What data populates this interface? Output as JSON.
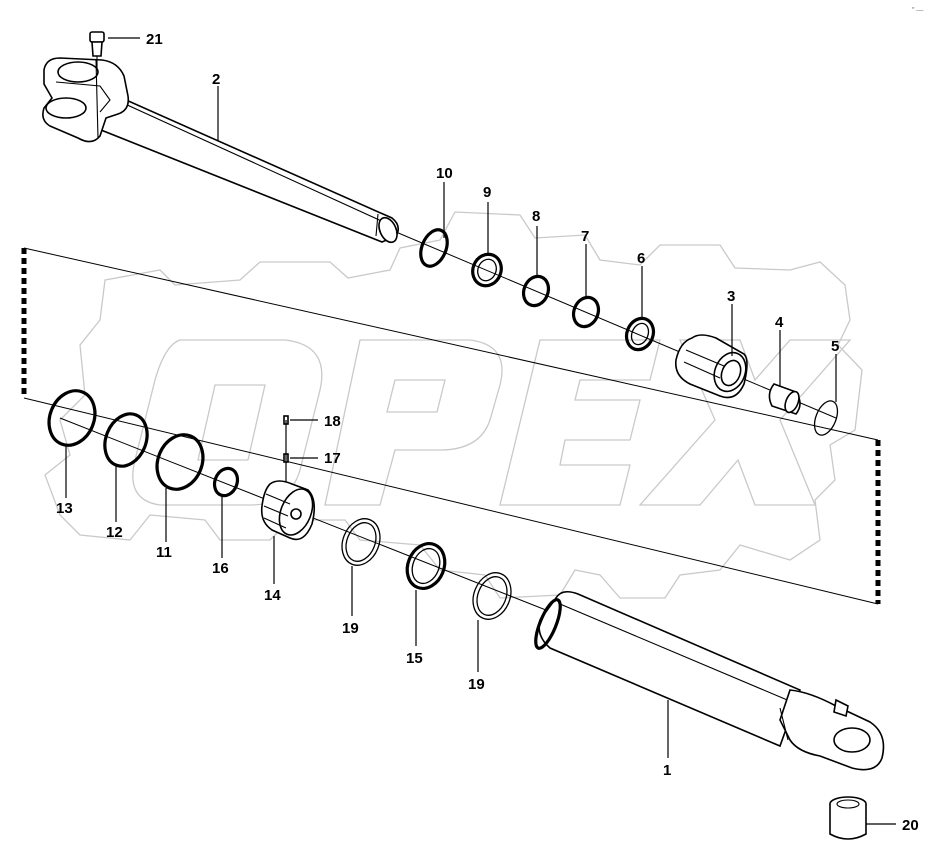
{
  "corner_mark": "″ —",
  "callouts": [
    {
      "id": "p1",
      "label": "1"
    },
    {
      "id": "p2",
      "label": "2"
    },
    {
      "id": "p3",
      "label": "3"
    },
    {
      "id": "p4",
      "label": "4"
    },
    {
      "id": "p5",
      "label": "5"
    },
    {
      "id": "p6",
      "label": "6"
    },
    {
      "id": "p7",
      "label": "7"
    },
    {
      "id": "p8",
      "label": "8"
    },
    {
      "id": "p9",
      "label": "9"
    },
    {
      "id": "p10",
      "label": "10"
    },
    {
      "id": "p11",
      "label": "11"
    },
    {
      "id": "p12",
      "label": "12"
    },
    {
      "id": "p13",
      "label": "13"
    },
    {
      "id": "p14",
      "label": "14"
    },
    {
      "id": "p15",
      "label": "15"
    },
    {
      "id": "p16",
      "label": "16"
    },
    {
      "id": "p17",
      "label": "17"
    },
    {
      "id": "p18",
      "label": "18"
    },
    {
      "id": "p19a",
      "label": "19"
    },
    {
      "id": "p19b",
      "label": "19"
    },
    {
      "id": "p20",
      "label": "20"
    },
    {
      "id": "p21",
      "label": "21"
    }
  ],
  "colors": {
    "line": "#000000",
    "watermark": "#c9c9c9",
    "background": "#ffffff"
  }
}
